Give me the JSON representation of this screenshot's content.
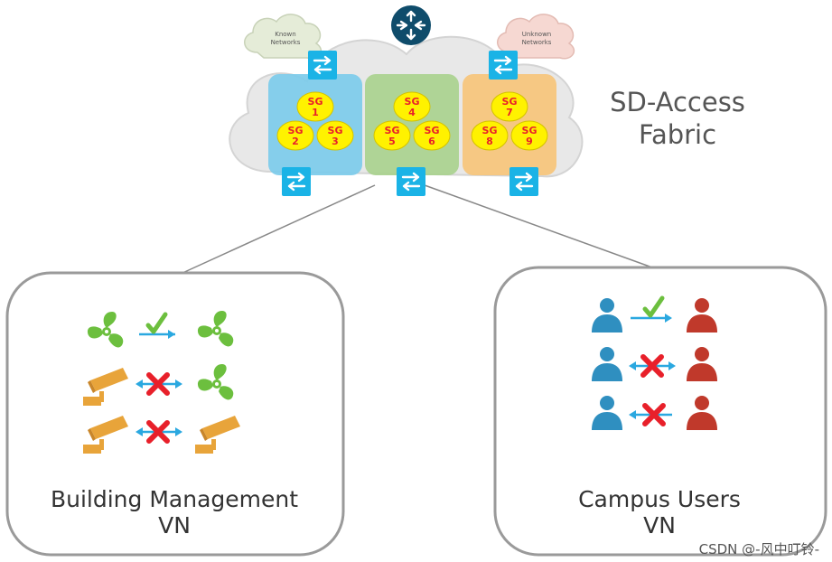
{
  "fabric": {
    "title_line1": "SD-Access",
    "title_line2": "Fabric",
    "known_cloud_line1": "Known",
    "known_cloud_line2": "Networks",
    "unknown_cloud_line1": "Unknown",
    "unknown_cloud_line2": "Networks"
  },
  "virtual_networks": [
    {
      "id": "blue",
      "color": "#7ccbea",
      "groups": [
        {
          "label": "SG",
          "num": "1"
        },
        {
          "label": "SG",
          "num": "2"
        },
        {
          "label": "SG",
          "num": "3"
        }
      ]
    },
    {
      "id": "green",
      "color": "#a9d18e",
      "groups": [
        {
          "label": "SG",
          "num": "4"
        },
        {
          "label": "SG",
          "num": "5"
        },
        {
          "label": "SG",
          "num": "6"
        }
      ]
    },
    {
      "id": "orange",
      "color": "#f6c47a",
      "groups": [
        {
          "label": "SG",
          "num": "7"
        },
        {
          "label": "SG",
          "num": "8"
        },
        {
          "label": "SG",
          "num": "9"
        }
      ]
    }
  ],
  "vn_boxes": {
    "building_line1": "Building Management",
    "building_line2": "VN",
    "campus_line1": "Campus Users",
    "campus_line2": "VN"
  },
  "watermark": "CSDN @-风中叮铃-",
  "colors": {
    "switch": "#1ab3e6",
    "router": "#0f4c6b",
    "sg_fill": "#fff200",
    "sg_text": "#e8202a",
    "fan": "#6cbf3e",
    "camera": "#e8a43a",
    "user_blue": "#2f8fc0",
    "user_red": "#c0392b",
    "check": "#6cbf3e",
    "cross": "#e8202a",
    "arrow": "#2aa8e0"
  }
}
